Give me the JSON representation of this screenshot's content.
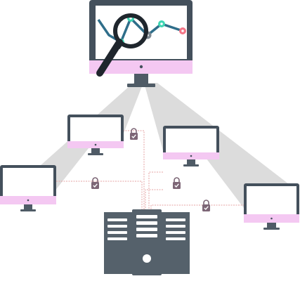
{
  "colors": {
    "background": "#ffffff",
    "monitor_frame": "#44505c",
    "screen": "#ffffff",
    "monitor_chin": "#f4c8f2",
    "stand": "#4f5b66",
    "beam": "#dcdcdc",
    "connection_line": "#e6a3a3",
    "lock": "#7d6676",
    "lock_check": "#ffffff",
    "chart_line": "#2f6e8a",
    "node_teal": "#3fd6b4",
    "node_gray": "#7d8891",
    "node_pink": "#f47688",
    "magnifier_ring": "#1f262d",
    "server_body": "#55616b",
    "server_slot": "#ffffff"
  },
  "diagram": {
    "central_monitor": {
      "icon": "analytics-monitor-icon",
      "magnifier": "magnifier-icon"
    },
    "client_monitors": [
      {
        "id": "monitor-1",
        "icon": "monitor-icon"
      },
      {
        "id": "monitor-2",
        "icon": "monitor-icon"
      },
      {
        "id": "monitor-3",
        "icon": "monitor-icon"
      },
      {
        "id": "monitor-4",
        "icon": "monitor-icon"
      }
    ],
    "servers": [
      {
        "id": "server-left",
        "icon": "server-tower-icon"
      },
      {
        "id": "server-center",
        "icon": "server-tower-icon"
      },
      {
        "id": "server-right",
        "icon": "server-tower-icon"
      }
    ],
    "locks": [
      {
        "id": "lock-1",
        "icon": "padlock-check-icon"
      },
      {
        "id": "lock-2",
        "icon": "padlock-check-icon"
      },
      {
        "id": "lock-3",
        "icon": "padlock-check-icon"
      },
      {
        "id": "lock-4",
        "icon": "padlock-check-icon"
      }
    ]
  }
}
